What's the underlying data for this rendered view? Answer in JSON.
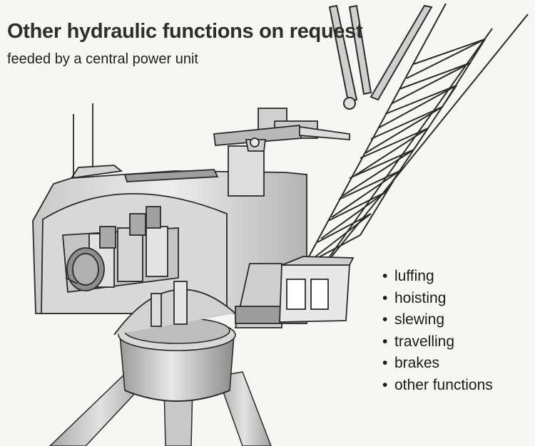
{
  "diagram": {
    "title": "Other hydraulic functions on request",
    "subtitle": "feeded by a central power unit",
    "functions": [
      "luffing",
      "hoisting",
      "slewing",
      "travelling",
      "brakes",
      "other functions"
    ]
  },
  "colors": {
    "background": "#f6f6f4",
    "ink": "#2a2a2a",
    "shade_light": "#dcdcdc",
    "shade_mid": "#b8b8b8",
    "shade_dark": "#8a8a8a"
  }
}
